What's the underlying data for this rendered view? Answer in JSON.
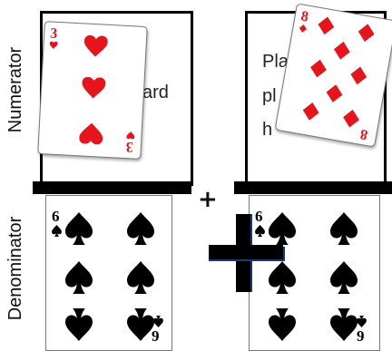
{
  "labels": {
    "numerator": "Numerator",
    "denominator": "Denominator"
  },
  "operators": {
    "top_plus": "+"
  },
  "numerator_slots": {
    "left_hidden_text": "ard",
    "right_hidden_lines": [
      "Pla",
      "pl",
      "h"
    ]
  },
  "cards": {
    "num_left": {
      "rank": "3",
      "suit": "hearts",
      "color": "#e8141b"
    },
    "num_right": {
      "rank": "8",
      "suit": "diamonds",
      "color": "#e8141b"
    },
    "den_left": {
      "rank_top": "6",
      "rank_bottom": "9",
      "suit": "spades",
      "color": "#000000"
    },
    "den_right": {
      "rank_top": "6",
      "rank_bottom": "9",
      "suit": "spades",
      "color": "#000000"
    }
  },
  "colors": {
    "red": "#e8141b",
    "black": "#000000",
    "frame": "#000000"
  },
  "icons": [
    "heart-icon",
    "diamond-icon",
    "spade-icon",
    "plus-icon"
  ]
}
